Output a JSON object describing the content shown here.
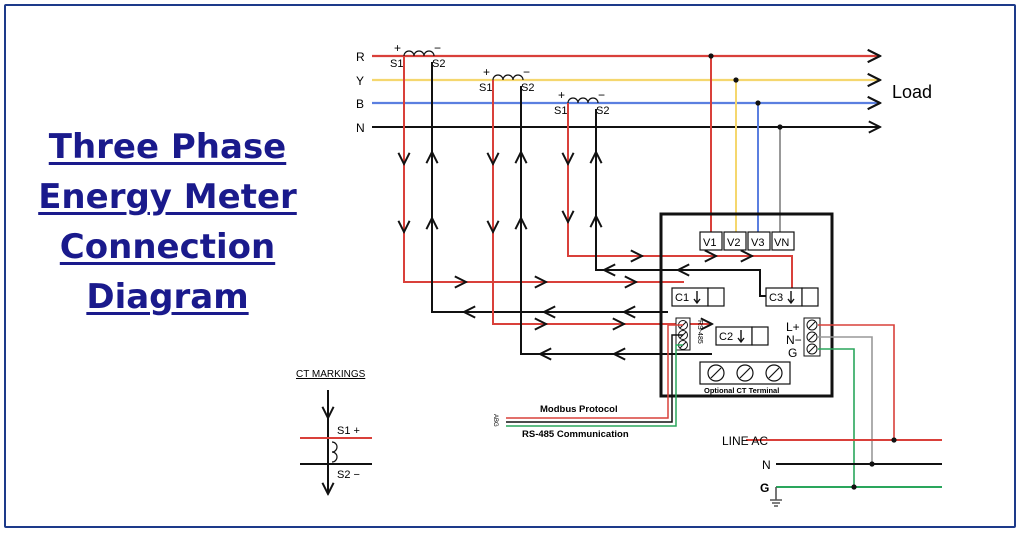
{
  "title": {
    "line1": "Three Phase",
    "line2": "Energy Meter",
    "line3": "Connection",
    "line4": "Diagram"
  },
  "phases": {
    "r": "R",
    "y": "Y",
    "b": "B",
    "n": "N"
  },
  "load_label": "Load",
  "ct": {
    "plus": "+",
    "minus": "−",
    "s1": "S1",
    "s2": "S2"
  },
  "meter": {
    "v1": "V1",
    "v2": "V2",
    "v3": "V3",
    "vn": "VN",
    "c1": "C1",
    "c2": "C2",
    "c3": "C3",
    "rs485": "RS-485",
    "lplus": "L+",
    "nminus": "N−",
    "g": "G",
    "optional_ct_terminal": "Optional CT Terminal"
  },
  "modbus": {
    "protocol": "Modbus Protocol",
    "rs485_comm": "RS-485 Communication",
    "pins": "ABG"
  },
  "line_ac": {
    "label": "LINE AC",
    "n": "N",
    "g": "G"
  },
  "ct_markings": {
    "heading": "CT MARKINGS",
    "s1": "S1 +",
    "s2": "S2 −"
  },
  "colors": {
    "red": "#d9403a",
    "yellow": "#f5d76e",
    "blue": "#5b7fe0",
    "black": "#111111",
    "green": "#2aa65c",
    "title": "#1a1a8c"
  }
}
